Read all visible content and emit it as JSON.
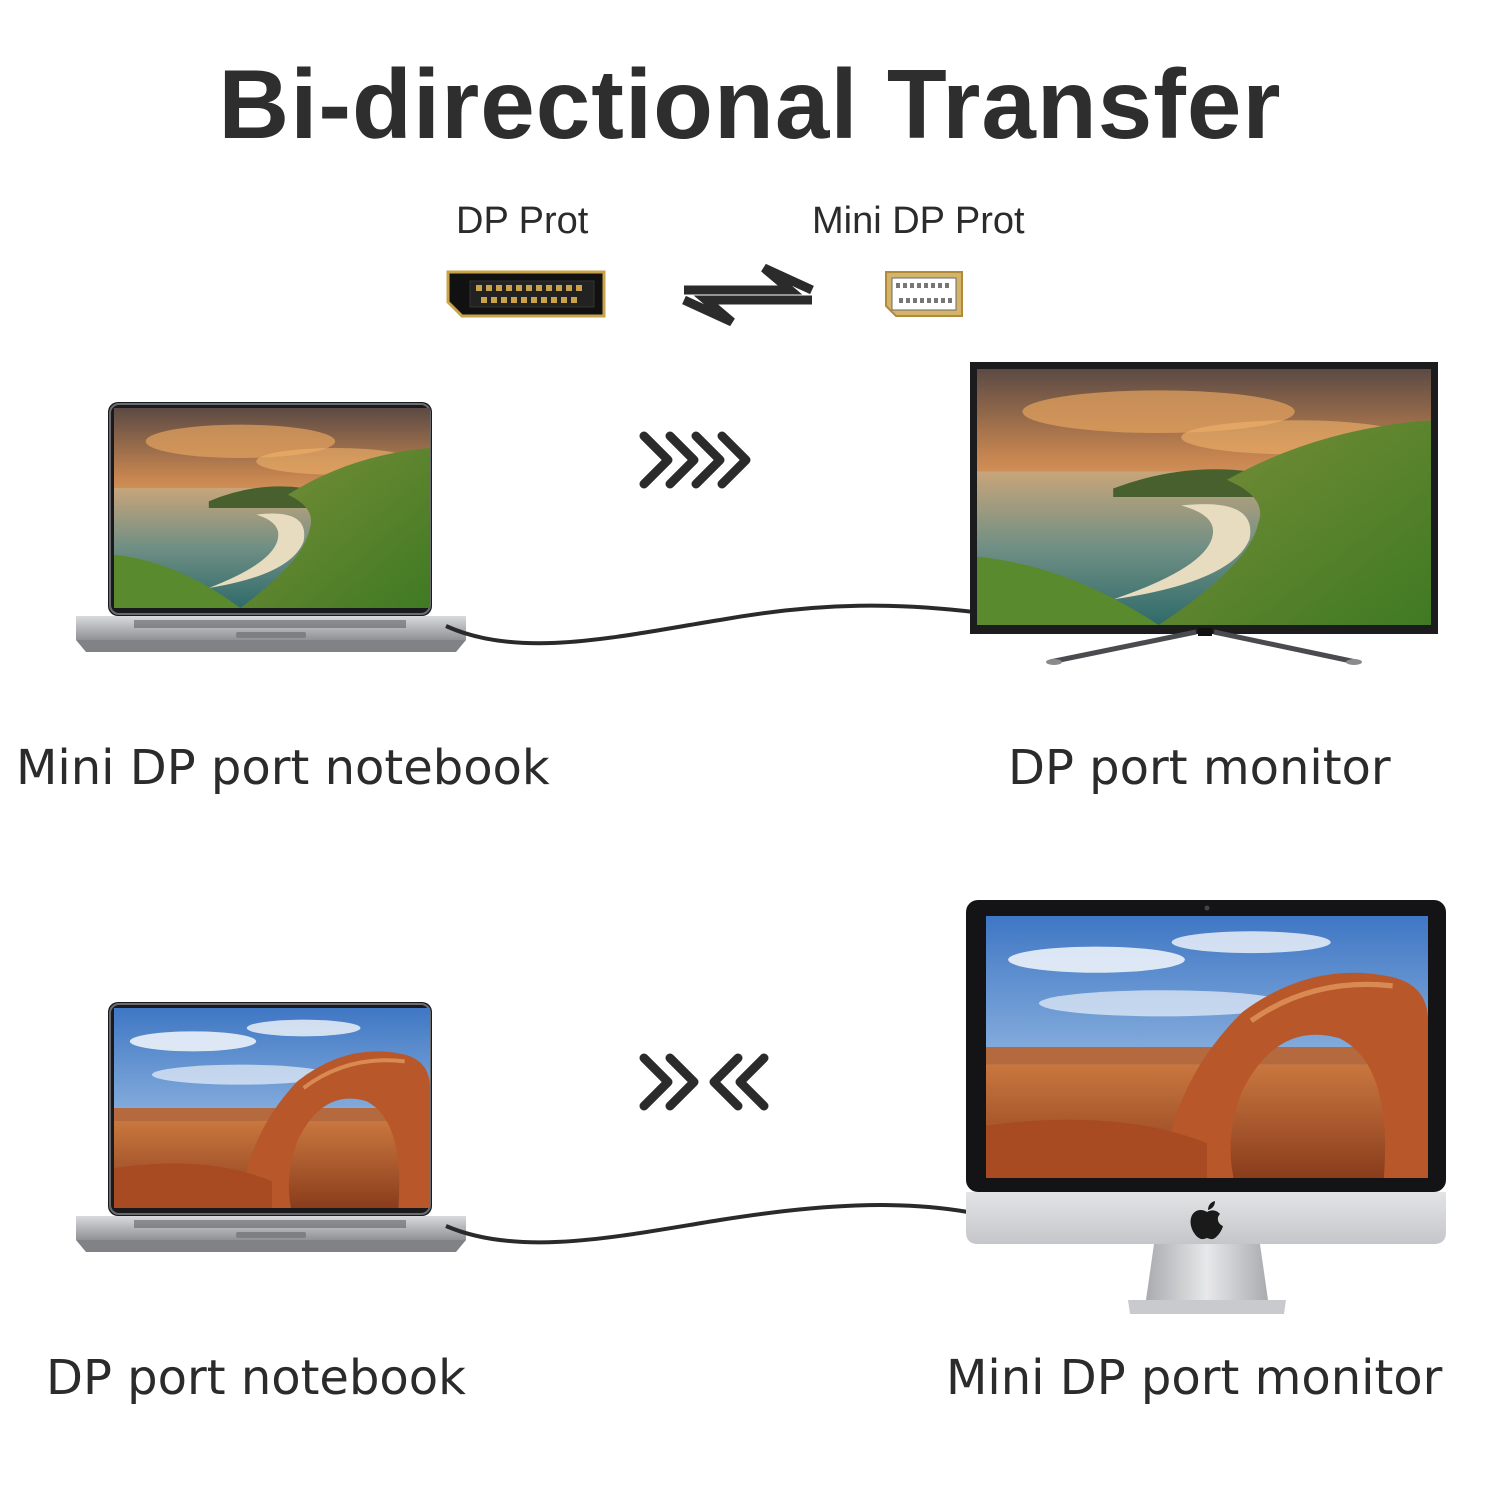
{
  "title": "Bi-directional Transfer",
  "ports": {
    "left_label": "DP Prot",
    "right_label": "Mini DP Prot"
  },
  "rows": [
    {
      "source_caption": "Mini DP port notebook",
      "target_caption": "DP port monitor",
      "direction": "one-way",
      "source_device": "laptop",
      "target_device": "tv-monitor",
      "scene": "coastal-sunset"
    },
    {
      "source_caption": "DP port notebook",
      "target_caption": "Mini DP port monitor",
      "direction": "two-way",
      "source_device": "laptop",
      "target_device": "imac",
      "scene": "rock-arch"
    }
  ],
  "colors": {
    "text": "#2b2b2b",
    "bezel": "#1c1c1e",
    "silver": "#b9bbbf",
    "gold": "#c9a24a"
  }
}
